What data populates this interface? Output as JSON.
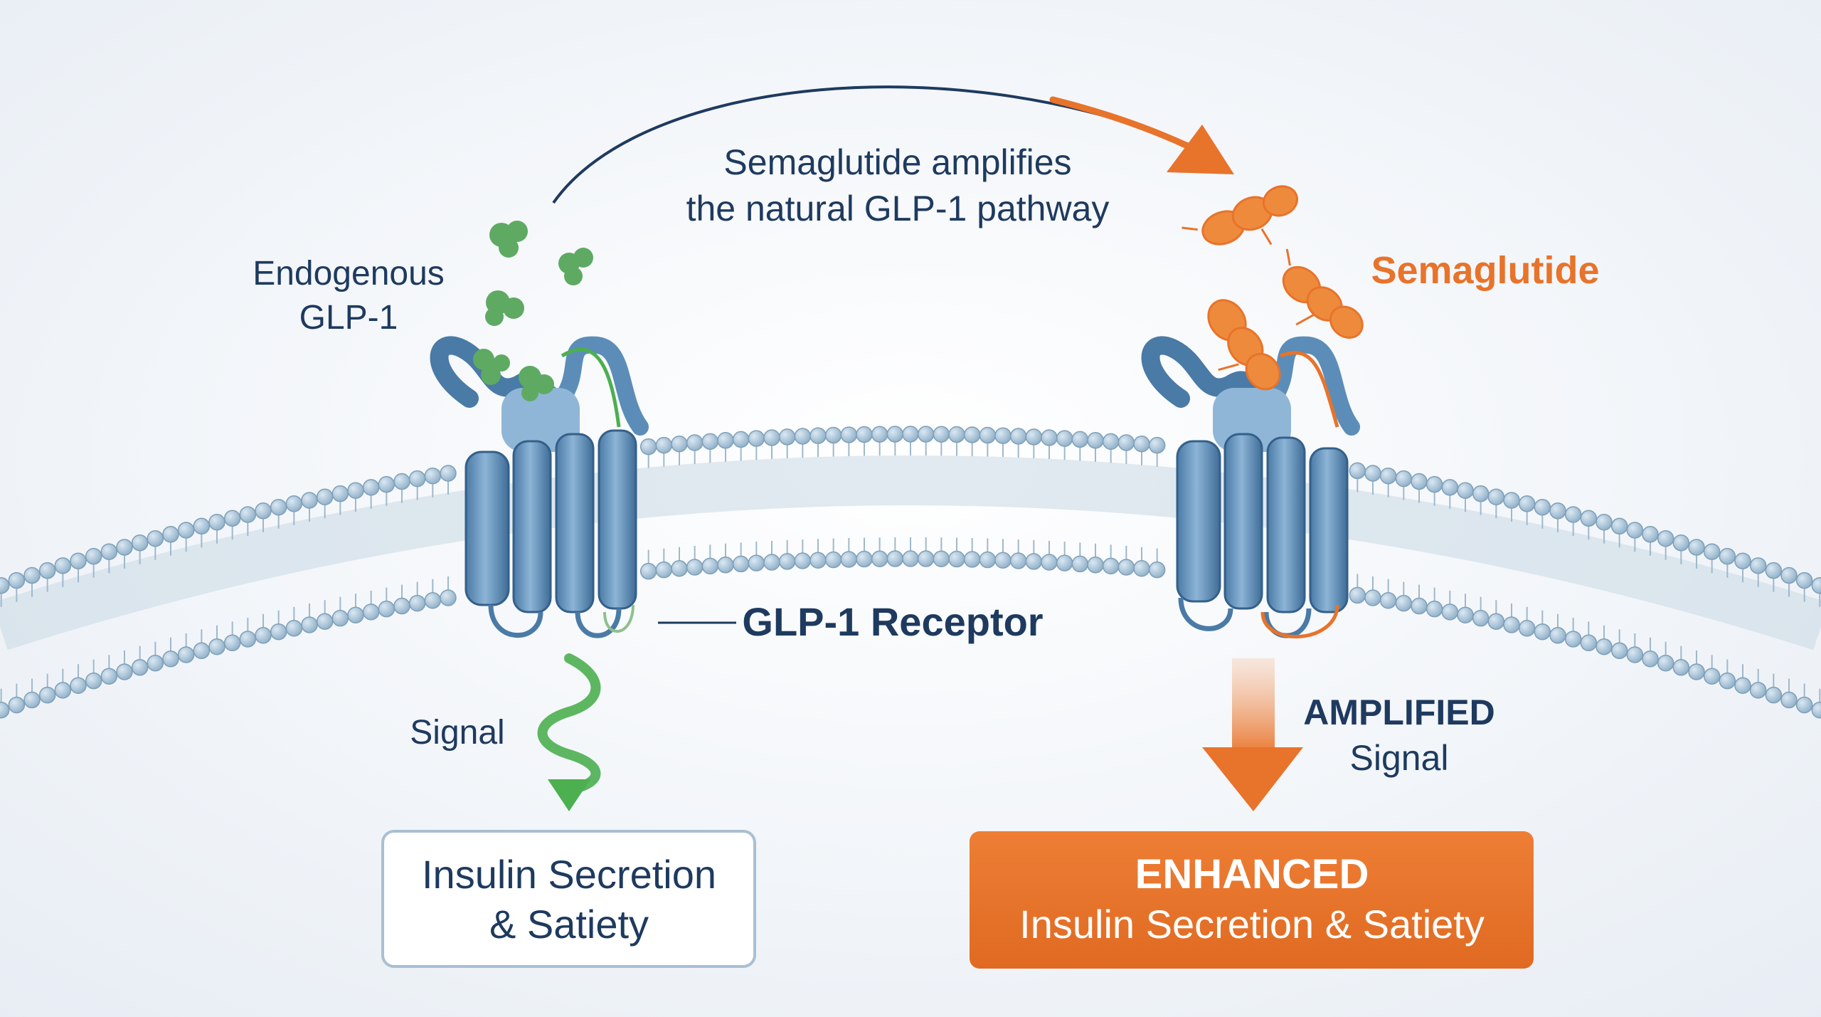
{
  "labels": {
    "endogenous_line1": "Endogenous",
    "endogenous_line2": "GLP-1",
    "arrow_caption_line1": "Semaglutide amplifies",
    "arrow_caption_line2": "the natural GLP-1 pathway",
    "semaglutide": "Semaglutide",
    "receptor": "GLP-1 Receptor",
    "signal_left": "Signal",
    "signal_right_line1": "AMPLIFIED",
    "signal_right_line2": "Signal"
  },
  "outcomes": {
    "left_line1": "Insulin Secretion",
    "left_line2": "& Satiety",
    "right_line1": "ENHANCED",
    "right_line2": "Insulin Secretion & Satiety"
  },
  "colors": {
    "navy_text": "#1e3a5f",
    "orange": "#e8732a",
    "green": "#4caf50",
    "receptor_blue": "#5b8db8",
    "lipid_head": "#a9c3d8"
  }
}
